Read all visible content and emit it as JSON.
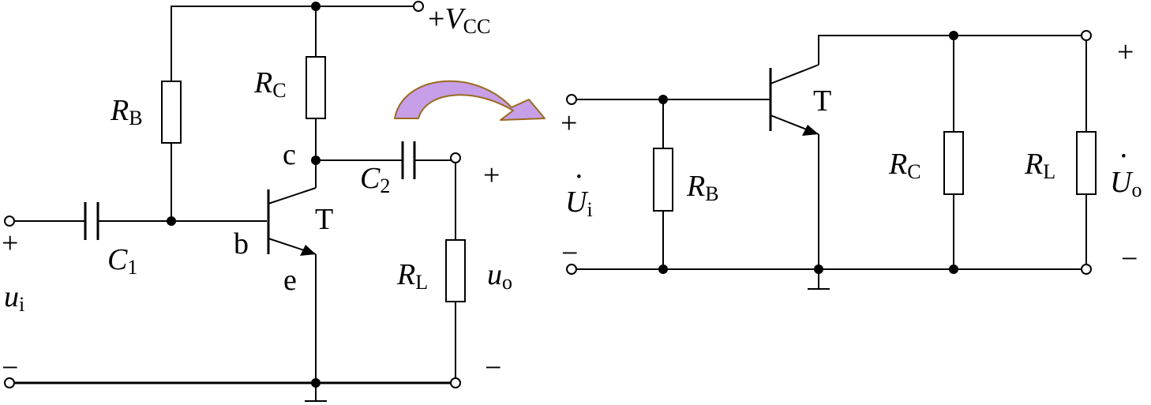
{
  "labels": {
    "plus": "+",
    "minus": "−",
    "vcc": "V",
    "vcc_sub": "CC",
    "R": "R",
    "B": "B",
    "C": "C",
    "L": "L",
    "C1_main": "C",
    "C1_sub": "1",
    "C2_main": "C",
    "C2_sub": "2",
    "T": "T",
    "b": "b",
    "c": "c",
    "e": "e",
    "u": "u",
    "i": "i",
    "o": "o",
    "U": "U",
    "dot_accent": "·"
  },
  "colors": {
    "arrow_fill": "#c79ee8",
    "arrow_stroke": "#9a6a1f"
  }
}
